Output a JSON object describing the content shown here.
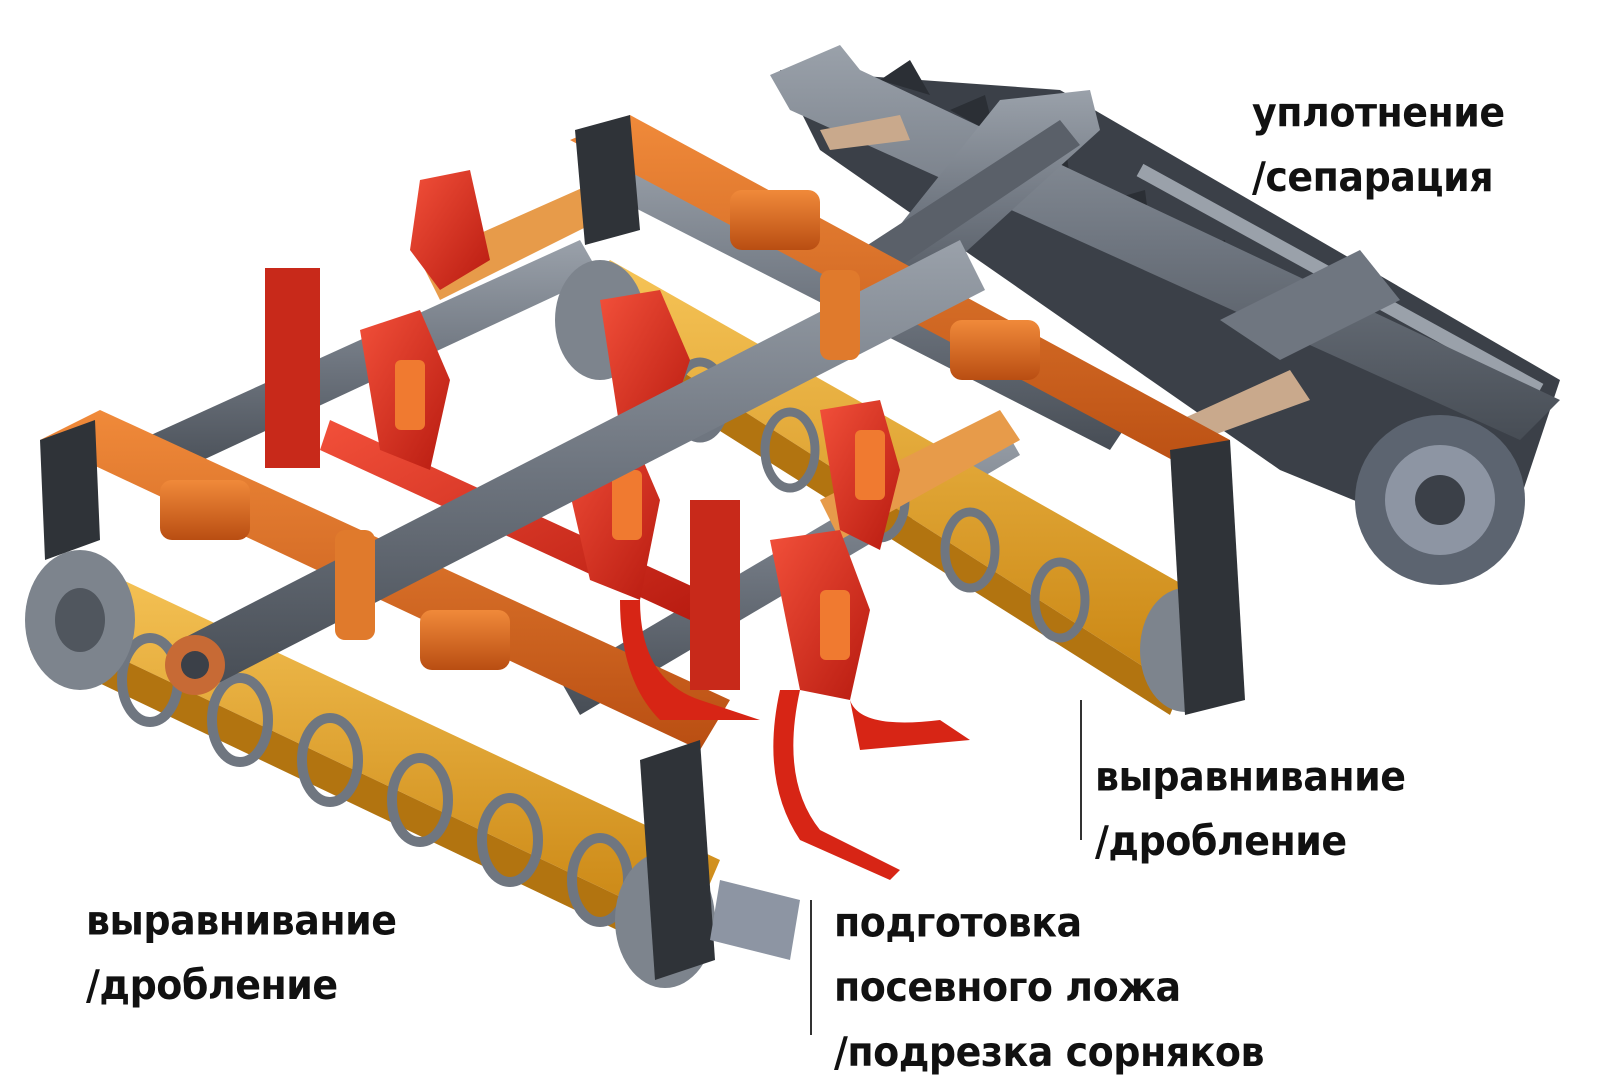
{
  "labels": {
    "top_right": [
      "уплотнение",
      "/сепарация"
    ],
    "mid_right": [
      "выравнивание",
      "/дробление"
    ],
    "bottom_left": [
      "выравнивание",
      "/дробление"
    ],
    "bottom_center": [
      "подготовка",
      "посевного ложа",
      "/подрезка сорняков"
    ]
  },
  "colors": {
    "frame_orange": "#d9651b",
    "tine_red": "#e0291a",
    "roller_yellow": "#e8a524",
    "steel_grey": "#6f7680",
    "packer_dark": "#3b4048",
    "text": "#111111"
  }
}
